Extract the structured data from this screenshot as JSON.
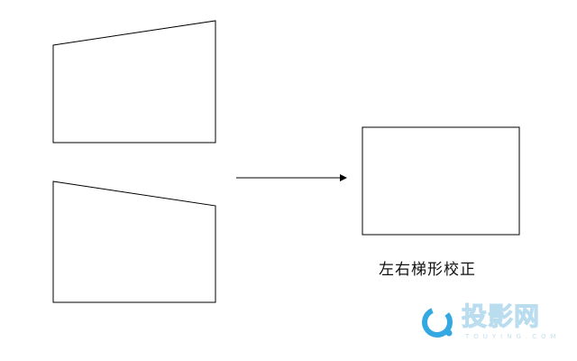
{
  "caption": "左右梯形校正",
  "watermark": {
    "brand": "投影网",
    "domain": "TOUYING.COM"
  },
  "colors": {
    "stroke": "#000000",
    "background": "#ffffff",
    "watermark_ring": "#34a8e0",
    "watermark_text": "#dfeef7"
  },
  "icons": {
    "arrow": "right-arrow",
    "watermark_logo": "ring-logo-icon"
  }
}
